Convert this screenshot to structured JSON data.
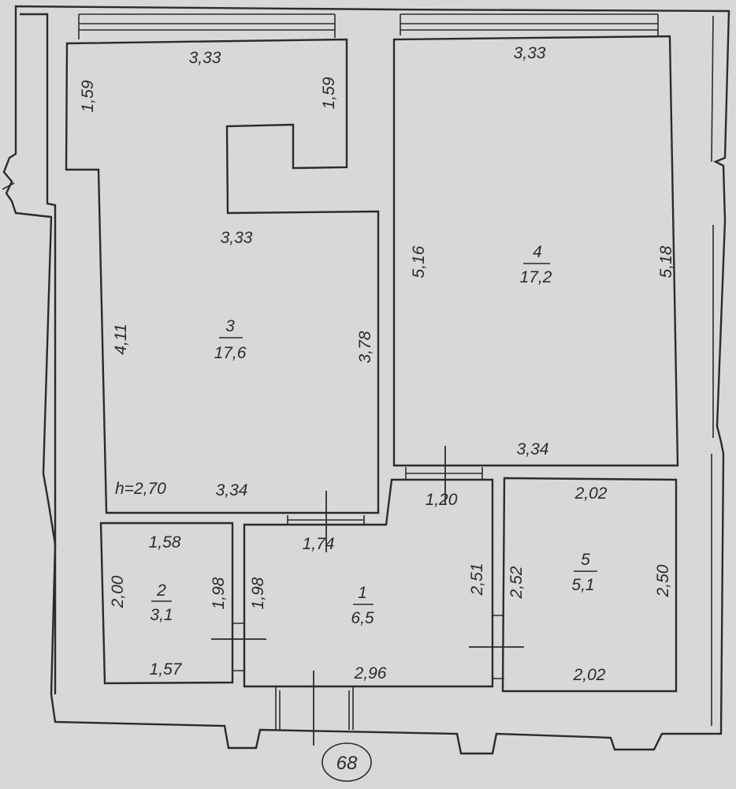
{
  "plan": {
    "rooms": [
      {
        "id": "1",
        "number": "1",
        "area": "6,5"
      },
      {
        "id": "2",
        "number": "2",
        "area": "3,1"
      },
      {
        "id": "3",
        "number": "3",
        "area": "17,6"
      },
      {
        "id": "4",
        "number": "4",
        "area": "17,2"
      },
      {
        "id": "5",
        "number": "5",
        "area": "5,1"
      }
    ],
    "dimensions": {
      "r3_top": "3,33",
      "r3_left_top": "1,59",
      "r3_right_top": "1,59",
      "r3_mid": "3,33",
      "r3_left": "4,11",
      "r3_right": "3,78",
      "r3_bottom": "3,34",
      "r4_top": "3,33",
      "r4_left": "5,16",
      "r4_right": "5,18",
      "r4_bottom": "3,34",
      "r1_door_top": "1,20",
      "r1_door_left": "1,74",
      "r1_left": "1,98",
      "r1_right": "2,51",
      "r1_bottom": "2,96",
      "r2_top": "1,58",
      "r2_left": "2,00",
      "r2_right": "1,98",
      "r2_bottom": "1,57",
      "r5_top": "2,02",
      "r5_left": "2,52",
      "r5_right": "2,50",
      "r5_bottom": "2,02"
    },
    "ceiling_height": "h=2,70",
    "apartment_number": "68"
  }
}
